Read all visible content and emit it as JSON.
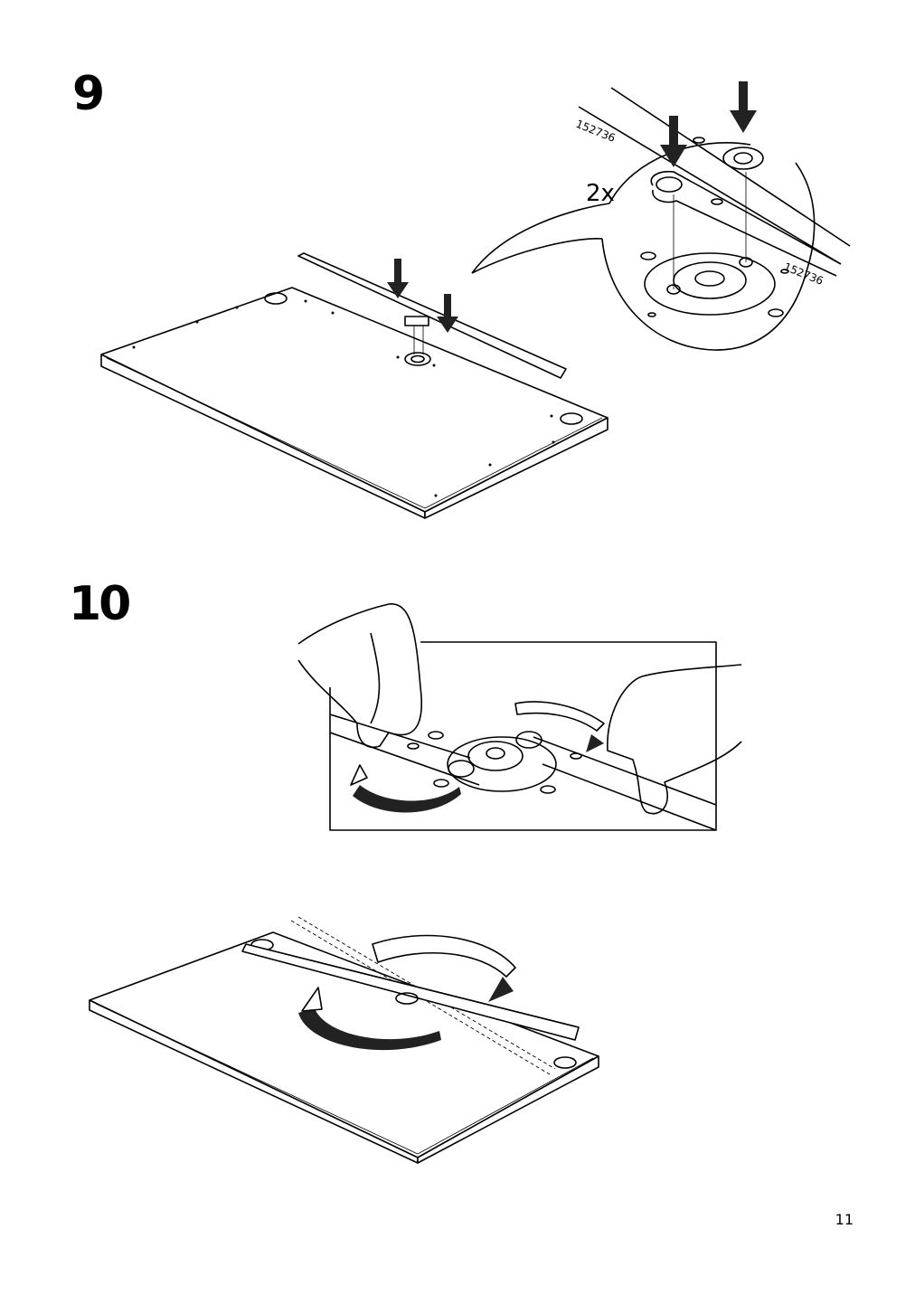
{
  "steps": [
    {
      "number": "9",
      "part_label": "152736",
      "multiplier": "2x"
    },
    {
      "number": "10"
    }
  ],
  "page_number": "11",
  "colors": {
    "ink": "#000000",
    "paper": "#ffffff",
    "arrow": "#222222"
  }
}
